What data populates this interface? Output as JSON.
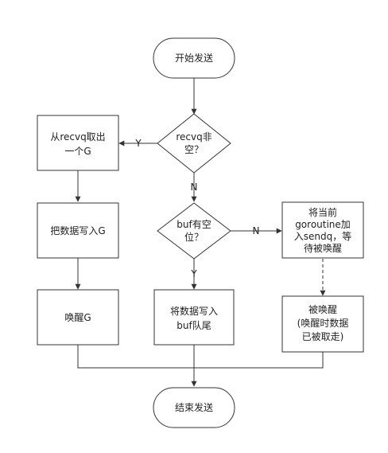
{
  "nodes": {
    "start": {
      "label": "开始发送"
    },
    "decision_recvq": {
      "line1": "recvq非",
      "line2": "空？"
    },
    "take_from_recvq": {
      "line1": "从recvq取出",
      "line2": "一个G"
    },
    "write_data_to_g": {
      "label": "把数据写入G"
    },
    "wake_g": {
      "label": "唤醒G"
    },
    "decision_buf": {
      "line1": "buf有空",
      "line2": "位？"
    },
    "write_to_buf": {
      "line1": "将数据写入",
      "line2": "buf队尾"
    },
    "enqueue_sendq": {
      "line1": "将当前",
      "line2": "goroutine加",
      "line3": "入sendq，等",
      "line4": "待被唤醒"
    },
    "woken": {
      "line1": "被唤醒",
      "line2": "(唤醒时数据",
      "line3": "已被取走)"
    },
    "end": {
      "label": "结束发送"
    }
  },
  "edges": {
    "recvq_yes": "Y",
    "recvq_no": "N",
    "buf_no": "N",
    "buf_yes": "Y"
  },
  "colors": {
    "stroke": "#333333",
    "fill": "#ffffff",
    "text": "#222222"
  }
}
